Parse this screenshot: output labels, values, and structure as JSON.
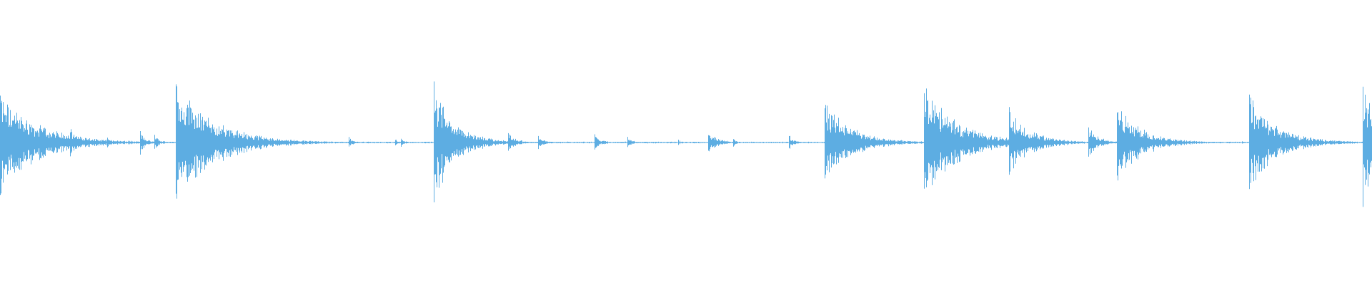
{
  "waveform": {
    "color": "#5DADE2",
    "background": "#FFFFFF",
    "transients": [
      {
        "t": 0.0,
        "amp": 0.37,
        "decay": 0.028
      },
      {
        "t": 0.051,
        "amp": 0.1,
        "decay": 0.006
      },
      {
        "t": 0.055,
        "amp": 0.04,
        "decay": 0.004
      },
      {
        "t": 0.078,
        "amp": 0.04,
        "decay": 0.003
      },
      {
        "t": 0.102,
        "amp": 0.09,
        "decay": 0.004
      },
      {
        "t": 0.112,
        "amp": 0.06,
        "decay": 0.004
      },
      {
        "t": 0.128,
        "amp": 0.46,
        "decay": 0.028
      },
      {
        "t": 0.16,
        "amp": 0.07,
        "decay": 0.012
      },
      {
        "t": 0.187,
        "amp": 0.04,
        "decay": 0.01
      },
      {
        "t": 0.254,
        "amp": 0.04,
        "decay": 0.004
      },
      {
        "t": 0.288,
        "amp": 0.02,
        "decay": 0.003
      },
      {
        "t": 0.292,
        "amp": 0.03,
        "decay": 0.003
      },
      {
        "t": 0.316,
        "amp": 0.43,
        "decay": 0.016
      },
      {
        "t": 0.341,
        "amp": 0.04,
        "decay": 0.004
      },
      {
        "t": 0.37,
        "amp": 0.08,
        "decay": 0.006
      },
      {
        "t": 0.392,
        "amp": 0.05,
        "decay": 0.005
      },
      {
        "t": 0.433,
        "amp": 0.06,
        "decay": 0.005
      },
      {
        "t": 0.457,
        "amp": 0.04,
        "decay": 0.004
      },
      {
        "t": 0.494,
        "amp": 0.02,
        "decay": 0.003
      },
      {
        "t": 0.516,
        "amp": 0.07,
        "decay": 0.008
      },
      {
        "t": 0.534,
        "amp": 0.03,
        "decay": 0.003
      },
      {
        "t": 0.575,
        "amp": 0.05,
        "decay": 0.004
      },
      {
        "t": 0.601,
        "amp": 0.3,
        "decay": 0.02
      },
      {
        "t": 0.673,
        "amp": 0.44,
        "decay": 0.024
      },
      {
        "t": 0.735,
        "amp": 0.26,
        "decay": 0.016
      },
      {
        "t": 0.763,
        "amp": 0.02,
        "decay": 0.003
      },
      {
        "t": 0.765,
        "amp": 0.04,
        "decay": 0.004
      },
      {
        "t": 0.793,
        "amp": 0.12,
        "decay": 0.008
      },
      {
        "t": 0.814,
        "amp": 0.29,
        "decay": 0.018
      },
      {
        "t": 0.859,
        "amp": 0.01,
        "decay": 0.002
      },
      {
        "t": 0.905,
        "amp": 0.01,
        "decay": 0.002
      },
      {
        "t": 0.91,
        "amp": 0.36,
        "decay": 0.02
      },
      {
        "t": 0.957,
        "amp": 0.03,
        "decay": 0.003
      },
      {
        "t": 0.993,
        "amp": 0.47,
        "decay": 0.012
      }
    ],
    "noise_floor": 0.004
  }
}
